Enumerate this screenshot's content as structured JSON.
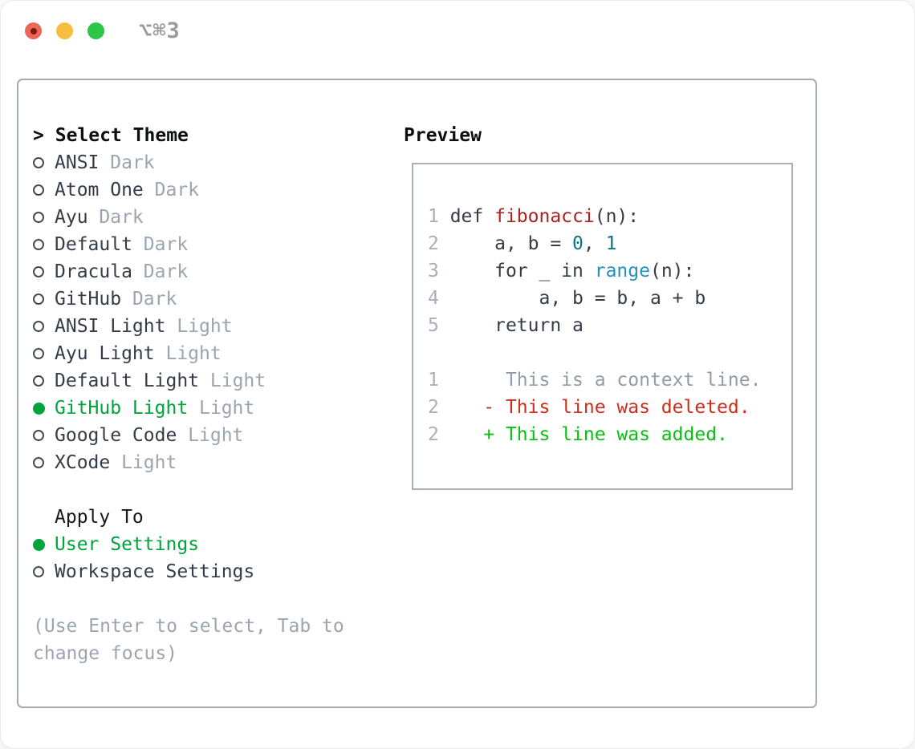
{
  "window": {
    "title": "⌥⌘3",
    "traffic_lights": [
      "close",
      "minimize",
      "zoom"
    ]
  },
  "theme_picker": {
    "prompt": ">",
    "title": "Select Theme",
    "items": [
      {
        "label": "ANSI",
        "variant": "Dark",
        "selected": false
      },
      {
        "label": "Atom One",
        "variant": "Dark",
        "selected": false
      },
      {
        "label": "Ayu",
        "variant": "Dark",
        "selected": false
      },
      {
        "label": "Default",
        "variant": "Dark",
        "selected": false
      },
      {
        "label": "Dracula",
        "variant": "Dark",
        "selected": false
      },
      {
        "label": "GitHub",
        "variant": "Dark",
        "selected": false
      },
      {
        "label": "ANSI Light",
        "variant": "Light",
        "selected": false
      },
      {
        "label": "Ayu Light",
        "variant": "Light",
        "selected": false
      },
      {
        "label": "Default Light",
        "variant": "Light",
        "selected": false
      },
      {
        "label": "GitHub Light",
        "variant": "Light",
        "selected": true
      },
      {
        "label": "Google Code",
        "variant": "Light",
        "selected": false
      },
      {
        "label": "XCode",
        "variant": "Light",
        "selected": false
      }
    ]
  },
  "apply_to": {
    "title": "Apply To",
    "options": [
      {
        "label": "User Settings",
        "selected": true
      },
      {
        "label": "Workspace Settings",
        "selected": false
      }
    ]
  },
  "help_text": "(Use Enter to select, Tab to change focus)",
  "preview": {
    "title": "Preview",
    "lines": [
      {
        "num": "1",
        "segments": [
          {
            "t": "def ",
            "c": "text"
          },
          {
            "t": "fibonacci",
            "c": "func"
          },
          {
            "t": "(n):",
            "c": "text"
          }
        ]
      },
      {
        "num": "2",
        "segments": [
          {
            "t": "    a, b = ",
            "c": "text"
          },
          {
            "t": "0",
            "c": "number"
          },
          {
            "t": ", ",
            "c": "text"
          },
          {
            "t": "1",
            "c": "number"
          }
        ]
      },
      {
        "num": "3",
        "segments": [
          {
            "t": "    for _ in ",
            "c": "text"
          },
          {
            "t": "range",
            "c": "builtin"
          },
          {
            "t": "(n):",
            "c": "text"
          }
        ]
      },
      {
        "num": "4",
        "segments": [
          {
            "t": "        a, b = b, a + b",
            "c": "text"
          }
        ]
      },
      {
        "num": "5",
        "segments": [
          {
            "t": "    return a",
            "c": "text"
          }
        ]
      },
      {
        "num": "",
        "segments": []
      },
      {
        "num": "1",
        "segments": [
          {
            "t": "     This is a context line.",
            "c": "context"
          }
        ]
      },
      {
        "num": "2",
        "segments": [
          {
            "t": "   - This line was deleted.",
            "c": "deleted"
          }
        ]
      },
      {
        "num": "2",
        "segments": [
          {
            "t": "   + This line was added.",
            "c": "added"
          }
        ]
      }
    ]
  },
  "colors": {
    "selected_green": "#00a43c",
    "added_green": "#0abf12",
    "deleted_red": "#cb2e1d",
    "function_red": "#a8231d",
    "number_teal": "#0d7680",
    "builtin_blue": "#2191bf",
    "dim_gray": "#9aa5b0",
    "text_dark": "#343c47",
    "panel_border": "#a3abb7",
    "traffic_red": "#ee655a",
    "traffic_yellow": "#f7bd40",
    "traffic_green": "#2ec647"
  }
}
